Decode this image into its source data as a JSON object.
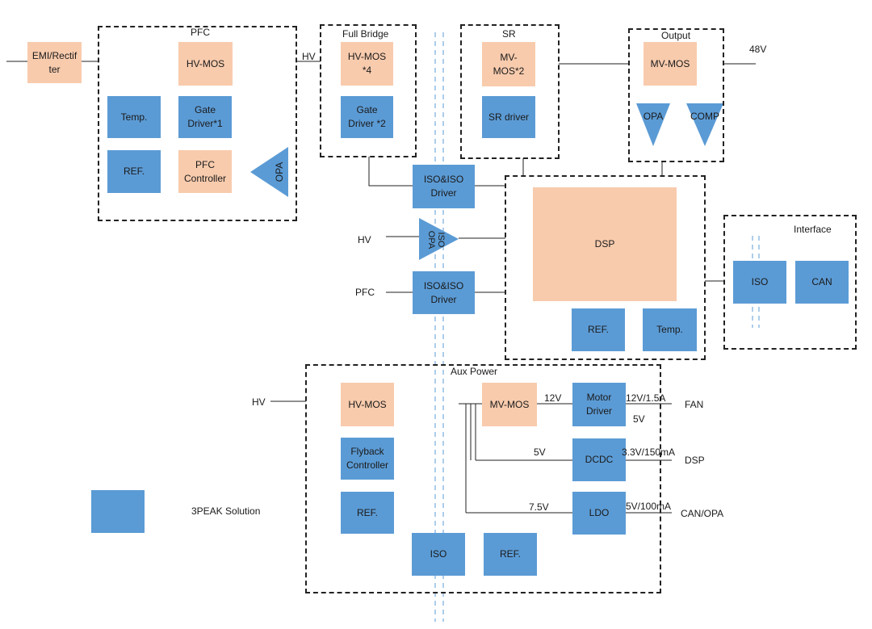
{
  "colors": {
    "solution_blue": "#5b9bd5",
    "competitor_orange": "#f8cbad",
    "line": "#222222",
    "iso_barrier": "#5b9bd5"
  },
  "pfc": {
    "title": "PFC",
    "emi": "EMI/Rectif\nter",
    "hv_mos": "HV-MOS",
    "temp": "Temp.",
    "gate_driver": "Gate\nDriver*1",
    "ref": "REF.",
    "controller": "PFC\nController",
    "opa": "OPA"
  },
  "full_bridge": {
    "title": "Full Bridge",
    "hv_label": "HV",
    "hv_mos": "HV-MOS\n*4",
    "gate_driver": "Gate\nDriver *2"
  },
  "sr": {
    "title": "SR",
    "mv_mos": "MV-\nMOS*2",
    "driver": "SR driver"
  },
  "output": {
    "title": "Output",
    "mv_mos": "MV-MOS",
    "opa": "OPA",
    "comp": "COMP",
    "voltage": "48V"
  },
  "isolation": {
    "iso_driver_top": "ISO&ISO\nDriver",
    "iso_opa": "ISO\nOPA",
    "iso_driver_bottom": "ISO&ISO\nDriver",
    "hv_input": "HV",
    "pfc_input": "PFC"
  },
  "dsp_block": {
    "dsp": "DSP",
    "ref": "REF.",
    "temp": "Temp."
  },
  "interface": {
    "title": "Interface",
    "iso": "ISO",
    "can": "CAN"
  },
  "aux_power": {
    "title": "Aux Power",
    "hv_input": "HV",
    "hv_mos": "HV-MOS",
    "flyback": "Flyback\nController",
    "ref_left": "REF.",
    "iso": "ISO",
    "ref_bottom": "REF.",
    "mv_mos": "MV-MOS",
    "motor_driver": "Motor\nDriver",
    "dcdc": "DCDC",
    "ldo": "LDO",
    "v12": "12V",
    "v5": "5V",
    "v7_5": "7.5V",
    "fan_rating": "12V/1.5A",
    "fan_aux": "5V",
    "dsp_rating": "3.3V/150mA",
    "can_rating": "5V/100mA",
    "fan": "FAN",
    "dsp": "DSP",
    "can_opa": "CAN/OPA"
  },
  "legend": {
    "label": "3PEAK Solution"
  }
}
